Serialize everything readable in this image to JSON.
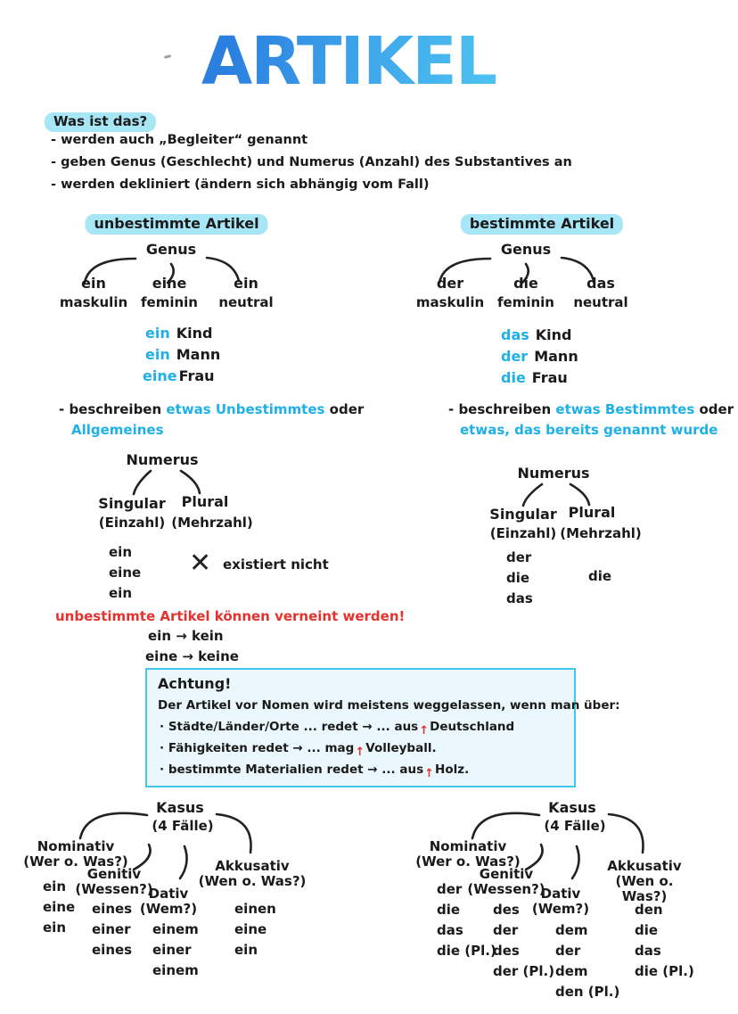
{
  "title": "ARTIKEL",
  "icons": {
    "insert_arrow": "↑",
    "not_exists_cross": "✕"
  },
  "colors": {
    "title_blue": "#3fa6ea",
    "accent_blue": "#1fb0e8",
    "highlight_cyan": "#a7e6f5",
    "note_red": "#e4322e",
    "box_border": "#3fc8e8",
    "box_background": "#eaf8fd",
    "ink": "#1a1a1a"
  },
  "intro": {
    "heading": "Was ist das?",
    "bullets": [
      "- werden auch „Begleiter“ genannt",
      "- geben Genus (Geschlecht) und Numerus (Anzahl) des Substantives an",
      "- werden dekliniert (ändern sich abhängig vom Fall)"
    ]
  },
  "indefinite": {
    "heading": "unbestimmte Artikel",
    "genus": {
      "label": "Genus",
      "branches": [
        {
          "article": "ein",
          "gender": "maskulin"
        },
        {
          "article": "eine",
          "gender": "feminin"
        },
        {
          "article": "ein",
          "gender": "neutral"
        }
      ],
      "examples": [
        {
          "article": "ein",
          "noun": "Kind"
        },
        {
          "article": "ein",
          "noun": "Mann"
        },
        {
          "article": "eine",
          "noun": "Frau"
        }
      ]
    },
    "describe": {
      "prefix": "- beschreiben",
      "blue1": "etwas Unbestimmtes",
      "suffix": "oder",
      "blue2": "Allgemeines"
    },
    "numerus": {
      "label": "Numerus",
      "singular": "Singular",
      "singular_sub": "(Einzahl)",
      "plural": "Plural",
      "plural_sub": "(Mehrzahl)",
      "singular_forms": [
        "ein",
        "eine",
        "ein"
      ],
      "plural_note": "existiert nicht"
    },
    "negation": {
      "note": "unbestimmte Artikel können verneint werden!",
      "examples": [
        "ein → kein",
        "eine → keine"
      ]
    }
  },
  "definite": {
    "heading": "bestimmte Artikel",
    "genus": {
      "label": "Genus",
      "branches": [
        {
          "article": "der",
          "gender": "maskulin"
        },
        {
          "article": "die",
          "gender": "feminin"
        },
        {
          "article": "das",
          "gender": "neutral"
        }
      ],
      "examples": [
        {
          "article": "das",
          "noun": "Kind"
        },
        {
          "article": "der",
          "noun": "Mann"
        },
        {
          "article": "die",
          "noun": "Frau"
        }
      ]
    },
    "describe": {
      "prefix": "- beschreiben",
      "blue1": "etwas Bestimmtes",
      "suffix": "oder",
      "blue2": "etwas, das bereits genannt wurde"
    },
    "numerus": {
      "label": "Numerus",
      "singular": "Singular",
      "singular_sub": "(Einzahl)",
      "plural": "Plural",
      "plural_sub": "(Mehrzahl)",
      "singular_forms": [
        "der",
        "die",
        "das"
      ],
      "plural_form": "die"
    }
  },
  "achtung": {
    "title": "Achtung!",
    "intro": "Der Artikel vor Nomen wird meistens weggelassen, wenn man über:",
    "items": [
      {
        "pre": "· Städte/Länder/Orte ... redet  →  ... aus",
        "post": "Deutschland"
      },
      {
        "pre": "· Fähigkeiten redet  →  ... mag",
        "post": "Volleyball."
      },
      {
        "pre": "· bestimmte Materialien redet  →  ... aus",
        "post": "Holz."
      }
    ]
  },
  "kasus_indefinite": {
    "label": "Kasus",
    "sublabel": "(4 Fälle)",
    "cases": [
      {
        "name": "Nominativ",
        "question": "(Wer o. Was?)",
        "forms": [
          "ein",
          "eine",
          "ein"
        ]
      },
      {
        "name": "Genitiv",
        "question": "(Wessen?)",
        "forms": [
          "eines",
          "einer",
          "eines"
        ]
      },
      {
        "name": "Dativ",
        "question": "(Wem?)",
        "forms": [
          "einem",
          "einer",
          "einem"
        ]
      },
      {
        "name": "Akkusativ",
        "question": "(Wen o. Was?)",
        "forms": [
          "einen",
          "eine",
          "ein"
        ]
      }
    ]
  },
  "kasus_definite": {
    "label": "Kasus",
    "sublabel": "(4 Fälle)",
    "cases": [
      {
        "name": "Nominativ",
        "question": "(Wer o. Was?)",
        "forms": [
          "der",
          "die",
          "das",
          "die (Pl.)"
        ]
      },
      {
        "name": "Genitiv",
        "question": "(Wessen?)",
        "forms": [
          "des",
          "der",
          "des",
          "der (Pl.)"
        ]
      },
      {
        "name": "Dativ",
        "question": "(Wem?)",
        "forms": [
          "dem",
          "der",
          "dem",
          "den (Pl.)"
        ]
      },
      {
        "name": "Akkusativ",
        "question": "(Wen o. Was?)",
        "forms": [
          "den",
          "die",
          "das",
          "die (Pl.)"
        ]
      }
    ]
  }
}
